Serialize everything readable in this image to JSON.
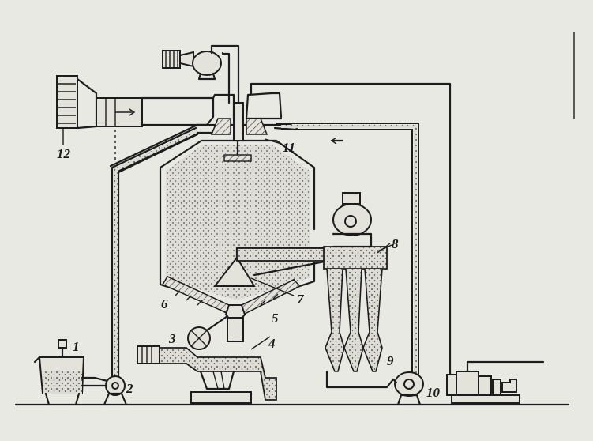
{
  "labels": {
    "l1": "1",
    "l2": "2",
    "l3": "3",
    "l4": "4",
    "l5": "5",
    "l6": "6",
    "l7": "7",
    "l8": "8",
    "l9": "9",
    "l10": "10",
    "l11": "11",
    "l12": "12"
  },
  "colors": {
    "paper": "#e9e9e4",
    "ink": "#1d1d1d",
    "powder": "#2a2a2a"
  }
}
